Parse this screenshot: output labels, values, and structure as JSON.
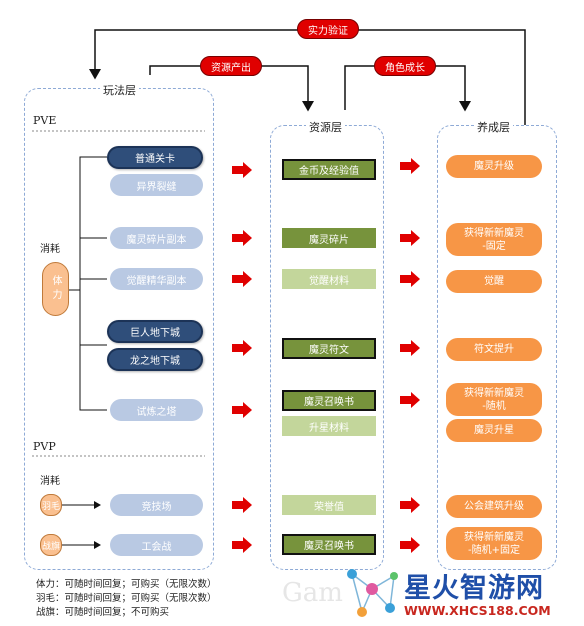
{
  "top_labels": {
    "strength_verify": "实力验证",
    "resource_output": "资源产出",
    "role_growth": "角色成长"
  },
  "columns": {
    "gameplay": "玩法层",
    "resource": "资源层",
    "growth": "养成层"
  },
  "sections": {
    "pve": "PVE",
    "pvp": "PVP"
  },
  "consume": {
    "label_pve": "消耗",
    "stamina": "体力",
    "label_pvp": "消耗",
    "feather": "羽毛",
    "war_flag": "战旗"
  },
  "gameplay": {
    "normal_stage": "普通关卡",
    "otherworld_rift": "异界裂缝",
    "spirit_shard_dungeon": "魔灵碎片副本",
    "awaken_elite_dungeon": "觉醒精华副本",
    "giant_dungeon": "巨人地下城",
    "dragon_dungeon": "龙之地下城",
    "trial_tower": "试炼之塔",
    "arena": "竞技场",
    "guild_war": "工会战"
  },
  "resources": {
    "gold_exp": "金币及经验值",
    "spirit_shard": "魔灵碎片",
    "awaken_material": "觉醒材料",
    "spirit_rune": "魔灵符文",
    "summon_scroll": "魔灵召唤书",
    "star_material": "升星材料",
    "honor": "荣誉值",
    "summon_scroll_2": "魔灵召唤书"
  },
  "growth": {
    "spirit_levelup": "魔灵升级",
    "new_spirit_fixed": "获得新新魔灵\n-固定",
    "awaken": "觉醒",
    "rune_upgrade": "符文提升",
    "new_spirit_random": "获得新新魔灵\n-随机",
    "spirit_star": "魔灵升星",
    "guild_building": "公会建筑升级",
    "new_spirit_random_fixed": "获得新新魔灵\n-随机+固定"
  },
  "notes": [
    "体力：可随时间回复；可购买（无限次数）",
    "羽毛：可随时间回复；可购买（无限次数）",
    "战旗：可随时间回复；不可购买"
  ],
  "watermark": {
    "title": "星火智游网",
    "url": "WWW.XHCS188.COM",
    "faint_text": "Gam"
  },
  "colors": {
    "navy": "#2f4e7a",
    "pale_blue": "#b9c9e3",
    "green": "#77933c",
    "light_green": "#c3d69b",
    "orange": "#f79646",
    "red": "#e00000",
    "dashed_border": "#8eaad6"
  }
}
